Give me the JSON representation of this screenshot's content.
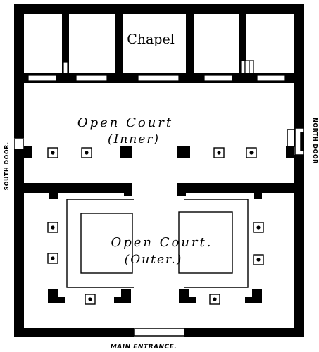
{
  "labels": {
    "chapel": "Chapel",
    "inner_court_title": "Open Court",
    "inner_court_sub": "(Inner)",
    "outer_court_title": "Open Court.",
    "outer_court_sub": "(Outer.)",
    "south_door": "SOUTH DOOR.",
    "north_door": "NORTH DOOR",
    "main_entrance": "MAIN ENTRANCE."
  },
  "colors": {
    "ink": "#000000",
    "paper": "#ffffff"
  }
}
